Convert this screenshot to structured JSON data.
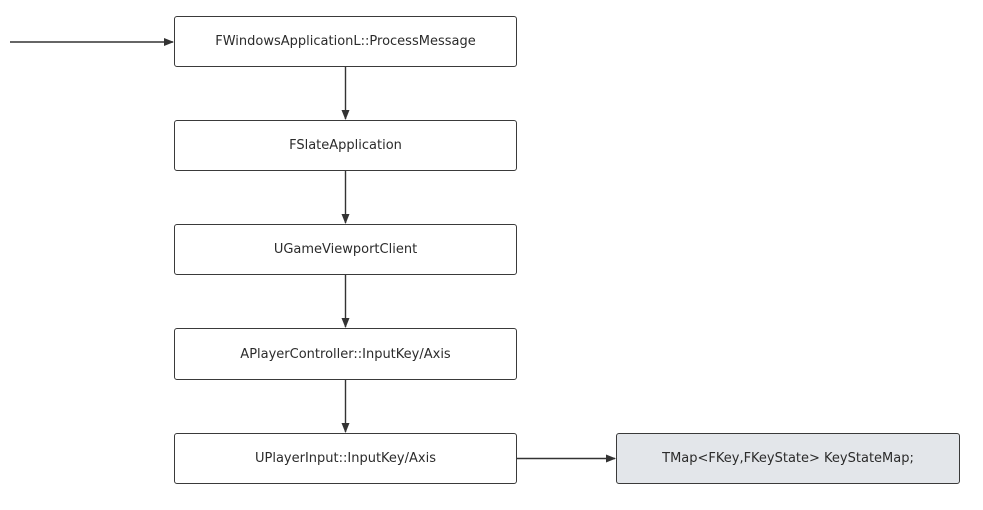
{
  "nodes": [
    {
      "id": "n1",
      "label": "FWindowsApplicationL::ProcessMessage"
    },
    {
      "id": "n2",
      "label": "FSlateApplication"
    },
    {
      "id": "n3",
      "label": "UGameViewportClient"
    },
    {
      "id": "n4",
      "label": "APlayerController::InputKey/Axis"
    },
    {
      "id": "n5",
      "label": "UPlayerInput::InputKey/Axis"
    },
    {
      "id": "n6",
      "label": "TMap<FKey,FKeyState> KeyStateMap;"
    }
  ],
  "edges": [
    {
      "from": "entry",
      "to": "n1"
    },
    {
      "from": "n1",
      "to": "n2"
    },
    {
      "from": "n2",
      "to": "n3"
    },
    {
      "from": "n3",
      "to": "n4"
    },
    {
      "from": "n4",
      "to": "n5"
    },
    {
      "from": "n5",
      "to": "n6"
    }
  ],
  "colors": {
    "stroke": "#333333",
    "highlight_fill": "#e3e6ea"
  }
}
